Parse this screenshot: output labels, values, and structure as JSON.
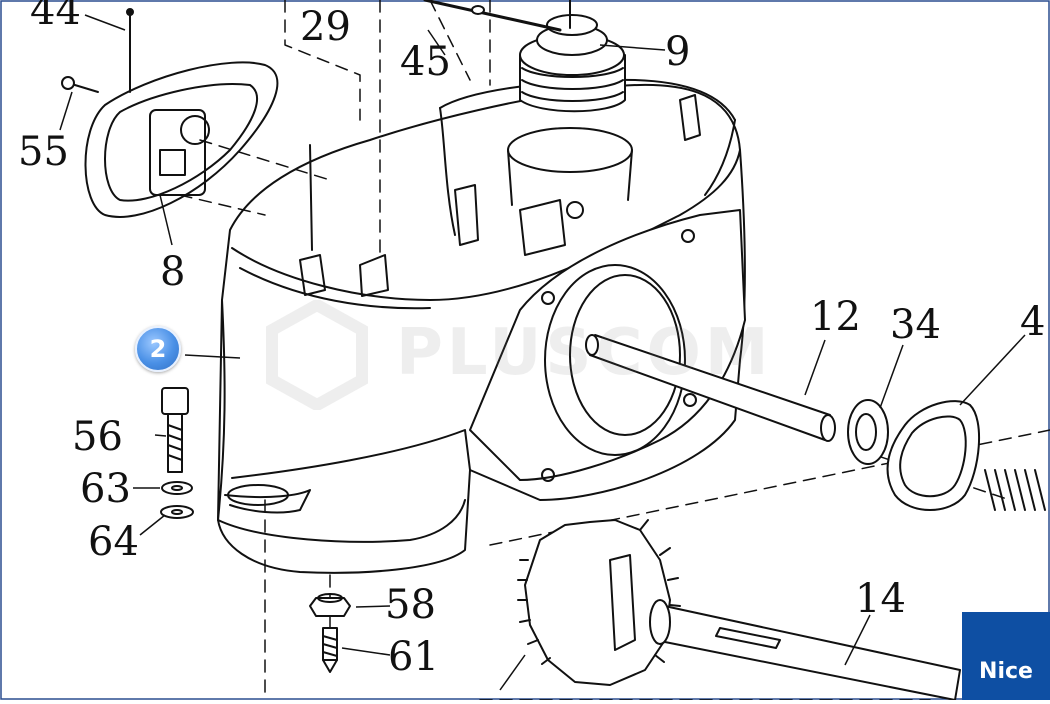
{
  "diagram": {
    "part_labels": [
      "44",
      "29",
      "45",
      "9",
      "55",
      "8",
      "12",
      "34",
      "4",
      "56",
      "63",
      "64",
      "58",
      "61",
      "14"
    ],
    "callout": "2"
  },
  "watermark": {
    "text": "PLUSCOM"
  },
  "brand": {
    "logo_text": "Nice"
  }
}
